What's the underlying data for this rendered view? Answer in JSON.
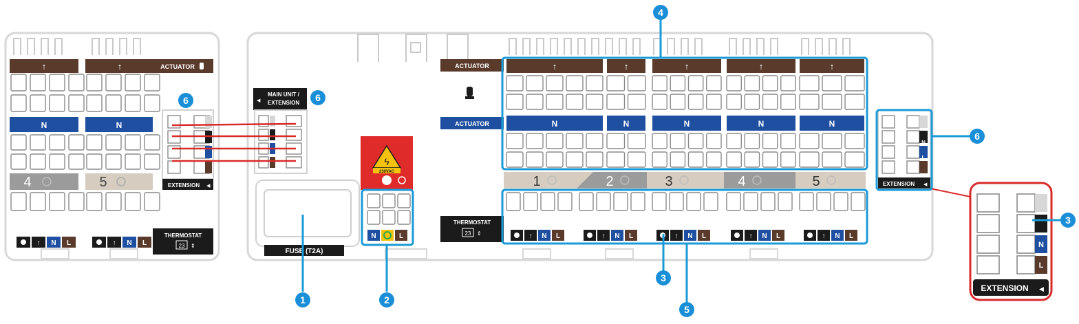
{
  "labels": {
    "actuator": "ACTUATOR",
    "n": "N",
    "l": "L",
    "thermostat": "THERMOSTAT",
    "thermo_value": "23",
    "extension": "EXTENSION",
    "main_unit_line1": "MAIN UNIT /",
    "main_unit_line2": "EXTENSION",
    "fuse": "FUSE (T2A)",
    "voltage": "230VAC",
    "arrow_up": "↑",
    "tri_right": "◀"
  },
  "channels_left": [
    "4",
    "5"
  ],
  "channels_main": [
    "1",
    "2",
    "3",
    "4",
    "5"
  ],
  "callouts": [
    "1",
    "2",
    "3",
    "4",
    "5",
    "6"
  ],
  "colors": {
    "brown": "#5a3a2a",
    "blue": "#1f4fa0",
    "dark": "#1b1b1b",
    "callout": "#1a8fd8",
    "highlight": "#1a9ad6",
    "red_line": "#d92a2a",
    "warning_red": "#e02b2b",
    "warning_yellow": "#f4c20d",
    "channel_gray": "#9b9b9b",
    "channel_beige": "#d6ccc0",
    "panel_outline": "#d7d7d7",
    "terminal_outline": "#8a8a8a"
  },
  "icons": [
    "clock-icon",
    "arrow-up-icon",
    "warning-bolt-icon",
    "power-icon",
    "ground-icon",
    "actuator-icon"
  ]
}
